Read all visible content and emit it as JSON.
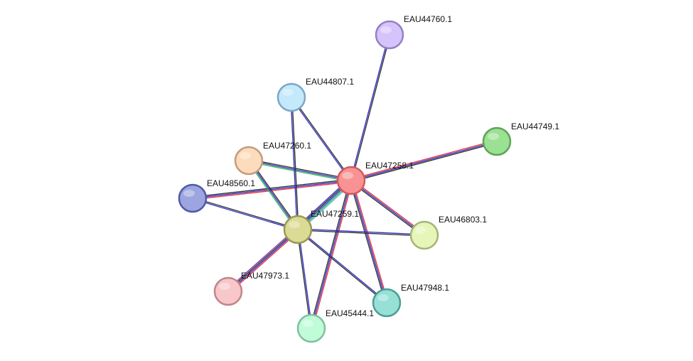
{
  "nodes": [
    {
      "id": "EAU47258",
      "label": "EAU47258.1",
      "fill": "#f99393",
      "stroke": "#d35a5a"
    },
    {
      "id": "EAU47259",
      "label": "EAU47259.1",
      "fill": "#dcdb96",
      "stroke": "#9a9a52"
    },
    {
      "id": "EAU44760",
      "label": "EAU44760.1",
      "fill": "#d6c3fc",
      "stroke": "#9481c2"
    },
    {
      "id": "EAU44807",
      "label": "EAU44807.1",
      "fill": "#c4e9fb",
      "stroke": "#7ea6c4"
    },
    {
      "id": "EAU44749",
      "label": "EAU44749.1",
      "fill": "#9be194",
      "stroke": "#5ea456"
    },
    {
      "id": "EAU47260",
      "label": "EAU47260.1",
      "fill": "#fddcbd",
      "stroke": "#c39c7e"
    },
    {
      "id": "EAU48560",
      "label": "EAU48560.1",
      "fill": "#9da5e0",
      "stroke": "#4f5aa6"
    },
    {
      "id": "EAU46803",
      "label": "EAU46803.1",
      "fill": "#e5f6b8",
      "stroke": "#a3b57a"
    },
    {
      "id": "EAU47973",
      "label": "EAU47973.1",
      "fill": "#f8c7c9",
      "stroke": "#c2858a"
    },
    {
      "id": "EAU47948",
      "label": "EAU47948.1",
      "fill": "#96e0d6",
      "stroke": "#4a9e94"
    },
    {
      "id": "EAU45444",
      "label": "EAU45444.1",
      "fill": "#c0fcd8",
      "stroke": "#7ec29b"
    }
  ],
  "edges": [
    {
      "source": "EAU47258",
      "target": "EAU44760",
      "colors": [
        "#3333cc",
        "#333333"
      ]
    },
    {
      "source": "EAU47258",
      "target": "EAU44807",
      "colors": [
        "#3333cc",
        "#333333"
      ]
    },
    {
      "source": "EAU47258",
      "target": "EAU44749",
      "colors": [
        "#e8333d",
        "#3333cc",
        "#333333"
      ]
    },
    {
      "source": "EAU47258",
      "target": "EAU47260",
      "colors": [
        "#33bb55",
        "#3333cc",
        "#333333"
      ]
    },
    {
      "source": "EAU47258",
      "target": "EAU48560",
      "colors": [
        "#e8333d",
        "#3333cc",
        "#333333"
      ]
    },
    {
      "source": "EAU47258",
      "target": "EAU47259",
      "colors": [
        "#55bbdd",
        "#33bb55",
        "#3333cc",
        "#333333",
        "#3333cc"
      ]
    },
    {
      "source": "EAU47258",
      "target": "EAU46803",
      "colors": [
        "#e8333d",
        "#3333cc",
        "#333333"
      ]
    },
    {
      "source": "EAU47258",
      "target": "EAU47948",
      "colors": [
        "#e8333d",
        "#3333cc",
        "#333333"
      ]
    },
    {
      "source": "EAU47258",
      "target": "EAU45444",
      "colors": [
        "#e8333d",
        "#3333cc",
        "#333333"
      ]
    },
    {
      "source": "EAU47259",
      "target": "EAU44807",
      "colors": [
        "#3333cc",
        "#333333"
      ]
    },
    {
      "source": "EAU47259",
      "target": "EAU47260",
      "colors": [
        "#33bb55",
        "#3333cc",
        "#333333"
      ]
    },
    {
      "source": "EAU47259",
      "target": "EAU48560",
      "colors": [
        "#3333cc",
        "#333333"
      ]
    },
    {
      "source": "EAU47259",
      "target": "EAU46803",
      "colors": [
        "#3333cc",
        "#333333"
      ]
    },
    {
      "source": "EAU47259",
      "target": "EAU47973",
      "colors": [
        "#e8333d",
        "#3333cc",
        "#333333",
        "#8833aa"
      ]
    },
    {
      "source": "EAU47259",
      "target": "EAU47948",
      "colors": [
        "#3333cc",
        "#333333"
      ]
    },
    {
      "source": "EAU47259",
      "target": "EAU45444",
      "colors": [
        "#3333cc",
        "#333333"
      ]
    }
  ]
}
